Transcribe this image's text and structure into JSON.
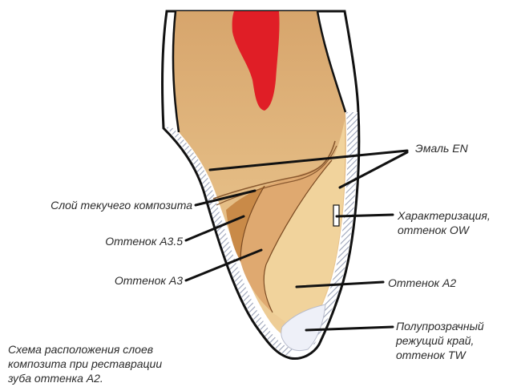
{
  "labels": {
    "enamel_en": "Эмаль EN",
    "flowable_layer": "Слой текучего композита",
    "shade_a35": "Оттенок A3.5",
    "shade_a3": "Оттенок A3",
    "characterization": [
      "Характеризация,",
      "оттенок OW"
    ],
    "shade_a2": "Оттенок A2",
    "incisal_edge": [
      "Полупрозрачный",
      "режущий край,",
      "оттенок TW"
    ]
  },
  "caption": [
    "Схема расположения слоев",
    "композита при реставрации",
    "зуба оттенка A2."
  ],
  "colors": {
    "outline": "#111111",
    "enamel_rim": "#ffffff",
    "hatching": "#9aa2b8",
    "dentin_top": "#d7a56c",
    "dentin_bottom": "#efcf98",
    "pulp": "#e01e26",
    "shade_a35": "#c98a48",
    "shade_a3": "#dfa970",
    "shade_a2": "#f1d39c",
    "translucent_tw": "#eef0f8",
    "flowable_line": "#8a5a30",
    "text": "#2a2a2a"
  }
}
